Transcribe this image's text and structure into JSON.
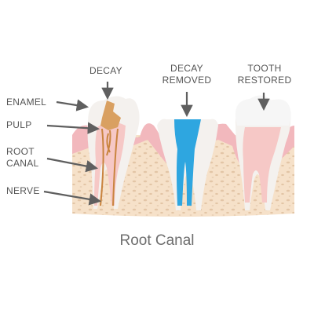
{
  "labels": {
    "decay": "DECAY",
    "decay_removed": [
      "DECAY",
      "REMOVED"
    ],
    "tooth_restored": [
      "TOOTH",
      "RESTORED"
    ],
    "enamel": "ENAMEL",
    "pulp": "PULP",
    "root_canal": [
      "ROOT",
      "CANAL"
    ],
    "nerve": "NERVE"
  },
  "caption": "Root Canal",
  "colors": {
    "gum": "#f2b8bd",
    "bone": "#f6e1c9",
    "bone_dots": "#e3c5a6",
    "enamel": "#f4f1ee",
    "pulp": "#f6c8c6",
    "decay": "#d9a061",
    "nerve": "#c9843f",
    "filling": "#2ea6e0",
    "crown": "#f3f3f3",
    "arrow": "#5f5f5f",
    "text": "#555555"
  },
  "icons": [
    "arrow-icon"
  ]
}
